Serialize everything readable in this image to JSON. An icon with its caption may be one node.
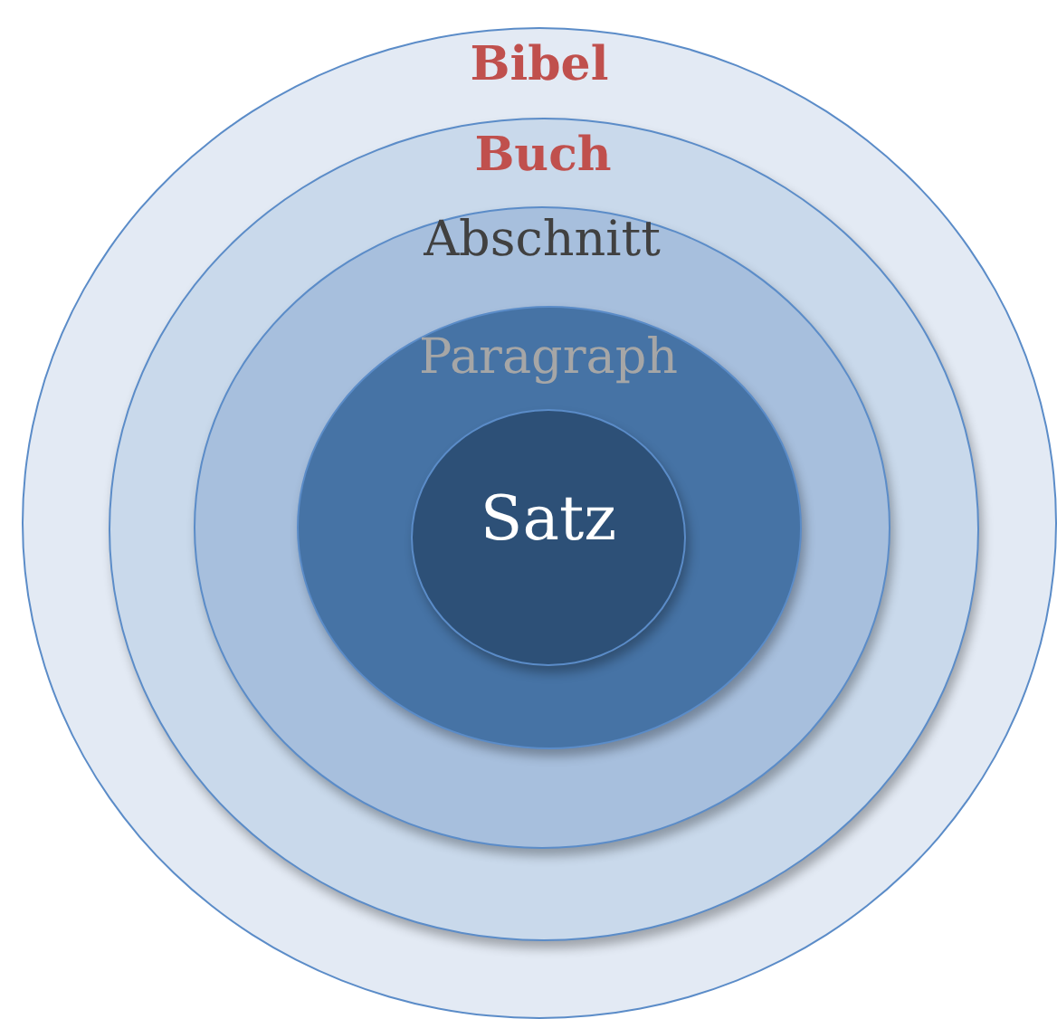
{
  "diagram": {
    "nodes": [
      {
        "text": [
          "Bibel"
        ]
      },
      {
        "text": [
          "Buch"
        ],
        "in": 0
      },
      {
        "text": [
          "Abschnitt"
        ],
        "in": 1
      },
      {
        "text": [
          "Paragraph"
        ],
        "in": 2
      },
      {
        "text": [
          "Satz"
        ],
        "in": 3
      }
    ]
  }
}
